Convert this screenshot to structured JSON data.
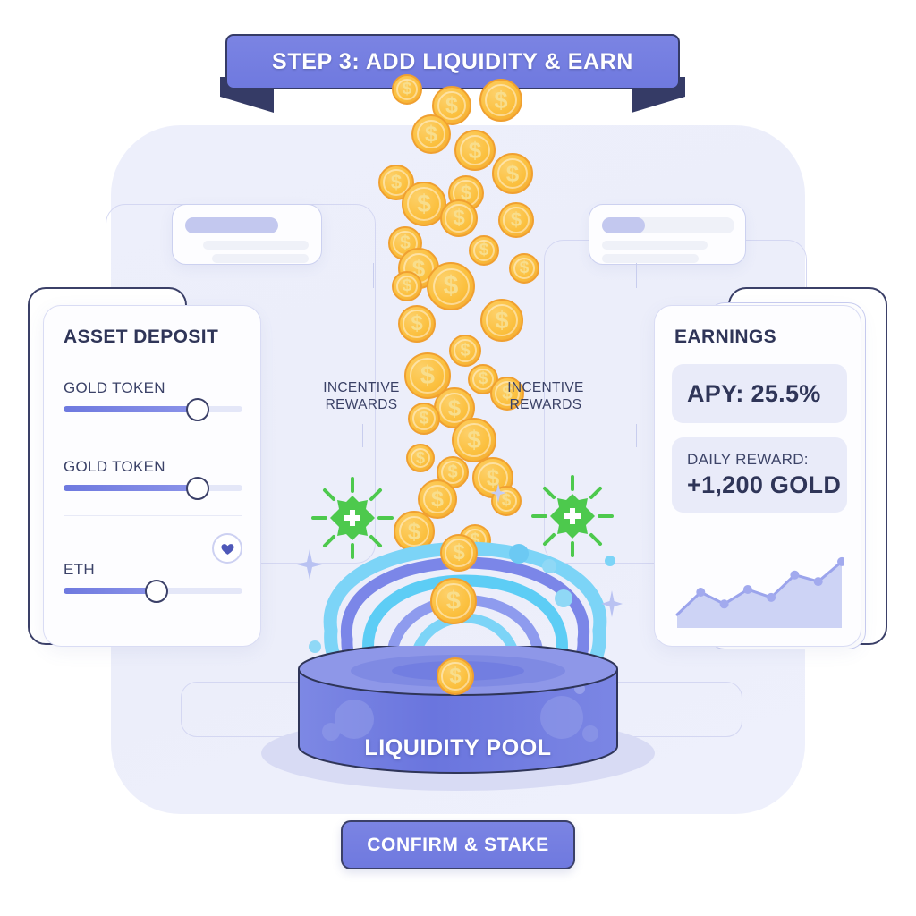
{
  "banner": {
    "title": "STEP 3: ADD LIQUIDITY & EARN",
    "bg_color": "#727ce1",
    "border_color": "#353b66",
    "text_color": "#ffffff"
  },
  "background": {
    "panel_color": "#eef0fb",
    "page_color": "#ffffff"
  },
  "deposit_card": {
    "title": "ASSET DEPOSIT",
    "sliders": [
      {
        "label": "GOLD TOKEN",
        "value": 75
      },
      {
        "label": "GOLD TOKEN",
        "value": 75
      },
      {
        "label": "ETH",
        "value": 52
      }
    ],
    "favorite_icon": "heart-icon"
  },
  "earnings_card": {
    "title": "EARNINGS",
    "apy_label": "APY: 25.5%",
    "reward_label": "DAILY REWARD:",
    "reward_value": "+1,200 GOLD"
  },
  "chart_data": {
    "type": "area",
    "title": "",
    "x": [
      0,
      1,
      2,
      3,
      4,
      5,
      6,
      7
    ],
    "values": [
      12,
      46,
      28,
      50,
      38,
      72,
      62,
      92
    ],
    "xlabel": "",
    "ylabel": "",
    "ylim": [
      0,
      100
    ],
    "grid": false,
    "legend": "none",
    "line_color": "#9ba4ec",
    "fill_color": "#cdd3f5",
    "point_color": "#a2aaee"
  },
  "incentives": [
    {
      "line1": "INCENTIVE",
      "line2": "REWARDS"
    },
    {
      "line1": "INCENTIVE",
      "line2": "REWARDS"
    }
  ],
  "pool": {
    "label": "LIQUIDITY POOL",
    "body_color": "#6f7ae0",
    "surface_color": "#8e97e8",
    "outline_color": "#2f3558"
  },
  "cta": {
    "label": "CONFIRM & STAKE",
    "bg_color": "#737de1",
    "text_color": "#ffffff"
  },
  "coins": {
    "icon": "dollar-coin-icon",
    "symbol": "$",
    "face_color": "#fbbf3c",
    "rim_color": "#f0a030"
  },
  "effects": {
    "burst_icon": "green-plus-burst-icon",
    "burst_color": "#4dc94d",
    "sparkle_icon": "sparkle-icon",
    "vortex_colors": [
      "#5dcdf5",
      "#7b86e8"
    ]
  },
  "skeleton_cards": [
    {
      "name": "left-placeholder-card"
    },
    {
      "name": "right-placeholder-card"
    }
  ]
}
